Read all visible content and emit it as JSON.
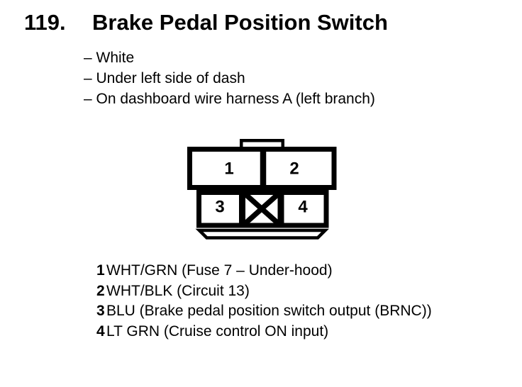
{
  "colors": {
    "ink": "#000000",
    "paper": "#ffffff"
  },
  "header": {
    "item_number": "119.",
    "title": "Brake Pedal Position Switch"
  },
  "location_notes": [
    "– White",
    "– Under left side of dash",
    "– On dashboard wire harness A (left branch)"
  ],
  "connector": {
    "pin_labels": [
      "1",
      "2",
      "3",
      "4"
    ],
    "blocked_cavity_icon": "x-cross"
  },
  "pin_list": [
    {
      "pin": "1",
      "description": "WHT/GRN (Fuse 7 – Under-hood)"
    },
    {
      "pin": "2",
      "description": "WHT/BLK (Circuit 13)"
    },
    {
      "pin": "3",
      "description": "BLU (Brake pedal position switch output (BRNC))"
    },
    {
      "pin": "4",
      "description": "LT GRN (Cruise control ON input)"
    }
  ]
}
